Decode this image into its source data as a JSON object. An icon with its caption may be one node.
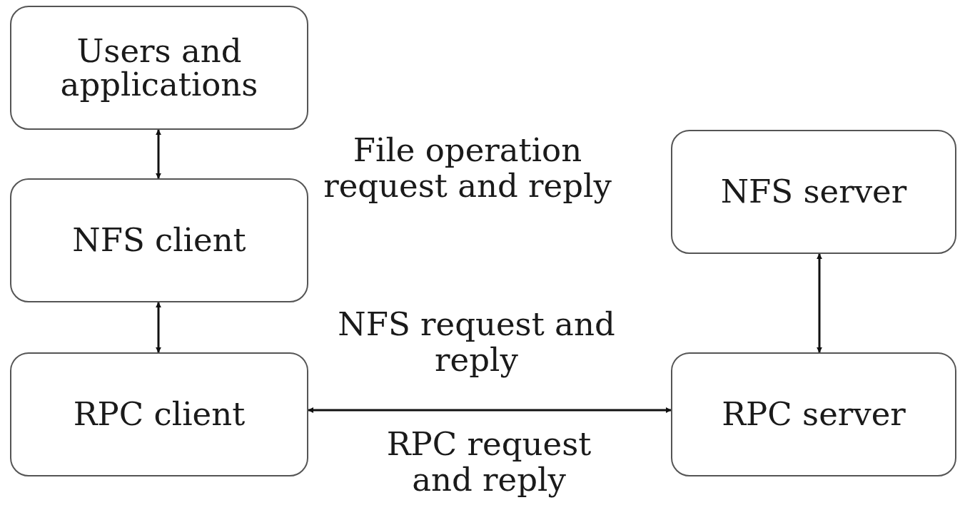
{
  "diagram": {
    "nodes": [
      {
        "text": [
          "Users and applications"
        ]
      },
      {
        "text": [
          "NFS client"
        ]
      },
      {
        "text": [
          "RPC client"
        ]
      },
      {
        "text": [
          "NFS server"
        ]
      },
      {
        "text": [
          "RPC server"
        ]
      }
    ],
    "edges": [
      {
        "from": 0,
        "to": 1,
        "arrow": "both"
      },
      {
        "from": 1,
        "to": 2,
        "arrow": "both"
      },
      {
        "from": 2,
        "to": 4,
        "arrow": "both"
      },
      {
        "from": 3,
        "to": 4,
        "arrow": "both"
      }
    ],
    "labels": [
      "File operation request and reply",
      "NFS request and reply",
      "RPC request and reply"
    ]
  }
}
